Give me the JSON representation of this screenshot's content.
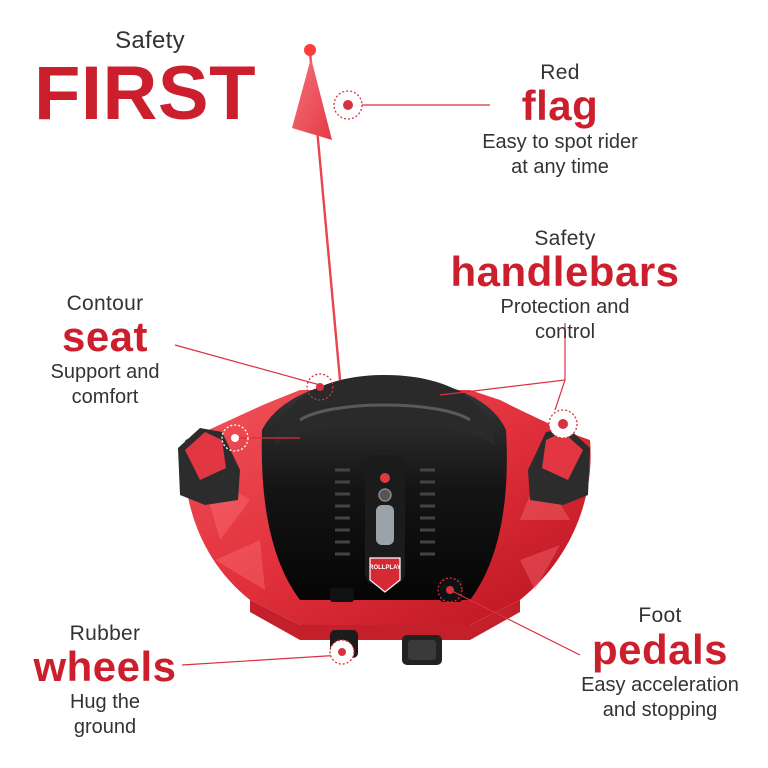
{
  "colors": {
    "accent": "#cc1f2d",
    "text": "#333333",
    "body_red": "#e8343f",
    "body_black": "#1a1a1a"
  },
  "header": {
    "kicker": "Safety",
    "title": "FIRST"
  },
  "callouts": {
    "flag": {
      "kicker": "Red",
      "title": "flag",
      "desc_1": "Easy to spot rider",
      "desc_2": "at any time"
    },
    "handlebars": {
      "kicker": "Safety",
      "title": "handlebars",
      "desc_1": "Protection and",
      "desc_2": "control"
    },
    "seat": {
      "kicker": "Contour",
      "title": "seat",
      "desc_1": "Support and",
      "desc_2": "comfort"
    },
    "wheels": {
      "kicker": "Rubber",
      "title": "wheels",
      "desc_1": "Hug the",
      "desc_2": "ground"
    },
    "pedals": {
      "kicker": "Foot",
      "title": "pedals",
      "desc_1": "Easy acceleration",
      "desc_2": "and stopping"
    }
  },
  "product": {
    "brand_badge": "ROLLPLAY"
  }
}
